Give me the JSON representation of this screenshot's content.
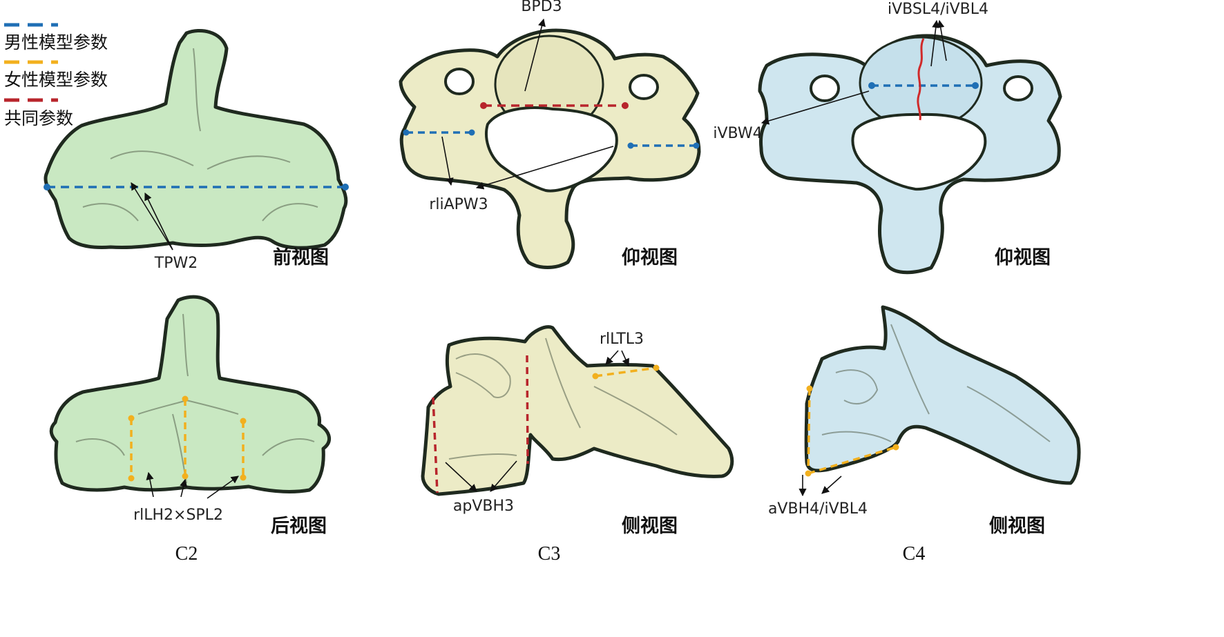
{
  "legend": {
    "male": {
      "label": "男性模型参数",
      "color": "#1f6fb5"
    },
    "female": {
      "label": "女性模型参数",
      "color": "#f2b01e"
    },
    "common": {
      "label": "共同参数",
      "color": "#b8252c"
    }
  },
  "columns": {
    "c2": {
      "label": "C2",
      "top": {
        "view": "前视图",
        "param": "TPW2"
      },
      "bottom": {
        "view": "后视图",
        "param": "rlLH2×SPL2"
      }
    },
    "c3": {
      "label": "C3",
      "top": {
        "view": "仰视图",
        "param_a": "BPD3",
        "param_b": "rliAPW3"
      },
      "bottom": {
        "view": "侧视图",
        "param_a": "rlLTL3",
        "param_b": "apVBH3"
      }
    },
    "c4": {
      "label": "C4",
      "top": {
        "view": "仰视图",
        "param_a": "iVBSL4/iVBL4",
        "param_b": "iVBW4"
      },
      "bottom": {
        "view": "侧视图",
        "param_a": "aVBH4/iVBL4"
      }
    }
  }
}
